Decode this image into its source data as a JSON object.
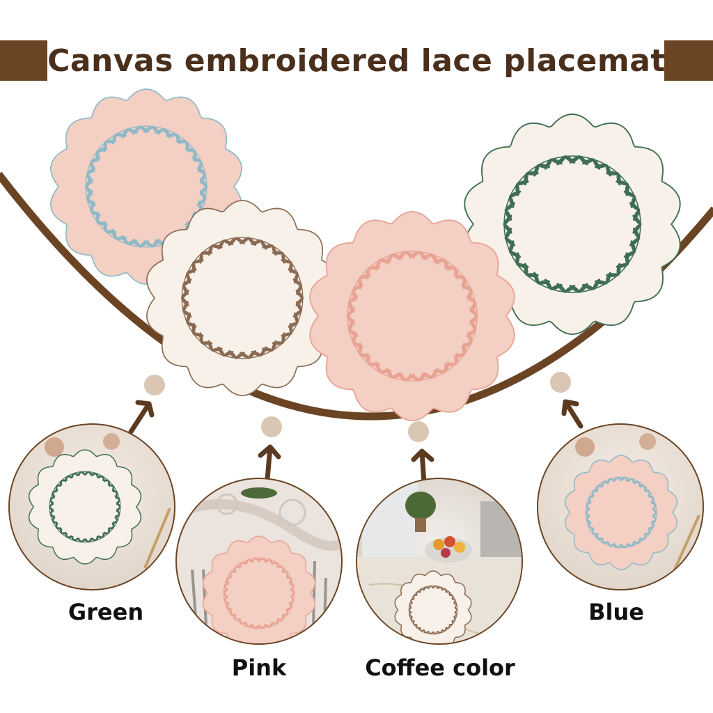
{
  "title": "Canvas embroidered lace placemat",
  "colors": {
    "brand_brown": "#6b4423",
    "dot_beige": "#d9c7b4",
    "mat_pink": "#f3cfc4",
    "mat_white": "#f7f1ea",
    "thread_blue": "#8fb9c6",
    "thread_coffee": "#8a6a52",
    "thread_pink": "#e8a393",
    "thread_green": "#3f6e52"
  },
  "variants": [
    {
      "label": "Green",
      "thread": "thread_green",
      "mat": "mat_white"
    },
    {
      "label": "Pink",
      "thread": "thread_pink",
      "mat": "mat_pink"
    },
    {
      "label": "Coffee color",
      "thread": "thread_coffee",
      "mat": "mat_white"
    },
    {
      "label": "Blue",
      "thread": "thread_blue",
      "mat": "mat_pink"
    }
  ]
}
